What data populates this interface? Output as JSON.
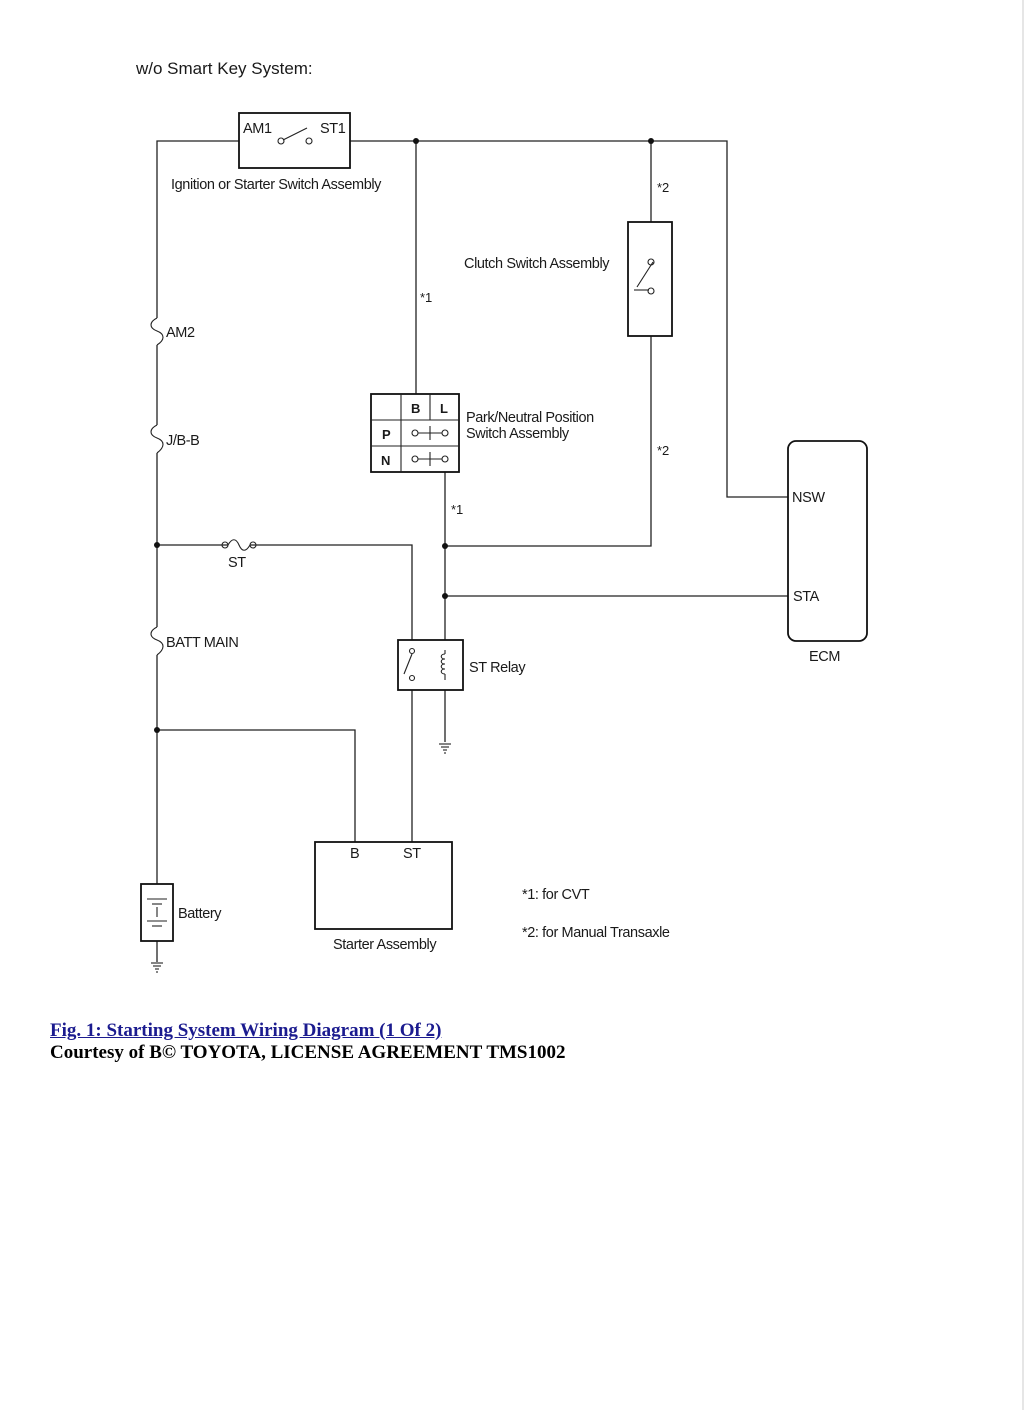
{
  "diagram": {
    "heading": "w/o Smart Key System:",
    "ignition": {
      "am1": "AM1",
      "st1": "ST1",
      "name": "Ignition or Starter Switch Assembly"
    },
    "clutch": {
      "name": "Clutch Switch Assembly"
    },
    "pnp": {
      "b": "B",
      "l": "L",
      "p": "P",
      "n": "N",
      "name_line1": "Park/Neutral Position",
      "name_line2": "Switch Assembly"
    },
    "fuses": {
      "am2": "AM2",
      "jbb": "J/B-B",
      "st": "ST",
      "batt_main": "BATT MAIN"
    },
    "relay": {
      "name": "ST Relay"
    },
    "ecm": {
      "nsw": "NSW",
      "sta": "STA",
      "name": "ECM"
    },
    "battery": {
      "name": "Battery"
    },
    "starter": {
      "b": "B",
      "st": "ST",
      "name": "Starter Assembly"
    },
    "markers": {
      "n1": "*1",
      "n2": "*2"
    },
    "notes": {
      "note1": "*1: for CVT",
      "note2": "*2: for Manual Transaxle"
    }
  },
  "caption": {
    "figure": "Fig. 1: Starting System Wiring Diagram (1 Of 2)",
    "courtesy": "Courtesy of B© TOYOTA, LICENSE AGREEMENT TMS1002"
  }
}
